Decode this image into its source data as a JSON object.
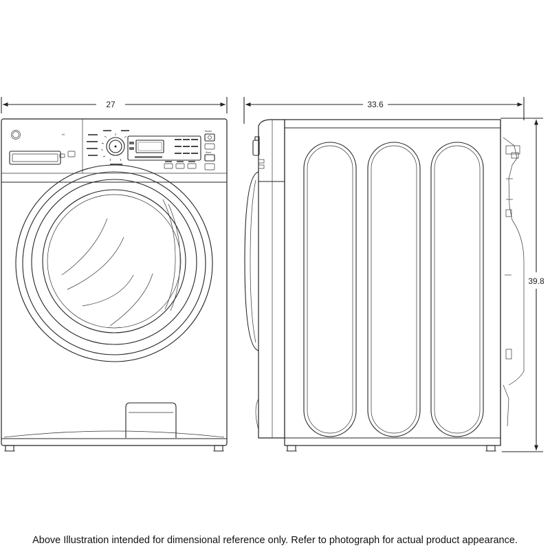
{
  "dimensions": {
    "width": "27",
    "depth": "33.6",
    "height": "39.8"
  },
  "panel": {
    "model_label": "VC",
    "power_label": "Power",
    "start_label": "Start"
  },
  "caption": "Above Illustration intended for dimensional reference only. Refer to photograph for actual product appearance."
}
